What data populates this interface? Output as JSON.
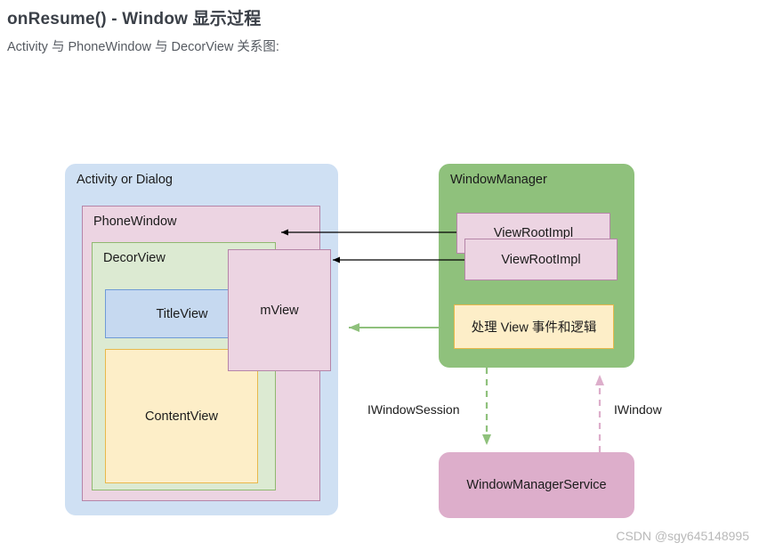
{
  "header": {
    "title": "onResume() - Window 显示过程",
    "subtitle": "Activity 与 PhoneWindow 与 DecorView 关系图:"
  },
  "diagram": {
    "activity_panel": {
      "label": "Activity or Dialog"
    },
    "phonewindow_panel": {
      "label": "PhoneWindow"
    },
    "decorview_panel": {
      "label": "DecorView"
    },
    "titleview_box": {
      "label": "TitleView"
    },
    "contentview_box": {
      "label": "ContentView"
    },
    "mview_box": {
      "label": "mView"
    },
    "windowmanager_panel": {
      "label": "WindowManager"
    },
    "viewrootimpl_box_1": {
      "label": "ViewRootImpl"
    },
    "viewrootimpl_box_2": {
      "label": "ViewRootImpl"
    },
    "handler_box": {
      "label": "处理 View 事件和逻辑"
    },
    "windowmanagerservice_box": {
      "label": "WindowManagerService"
    },
    "edges": {
      "iwindowsession": "IWindowSession",
      "iwindow": "IWindow"
    }
  },
  "watermark": "CSDN @sgy645148995",
  "colors": {
    "activity_fill": "#cfe0f3",
    "phonewindow_fill": "#ecd4e2",
    "phonewindow_stroke": "#b585a8",
    "decorview_fill": "#dcead2",
    "decorview_stroke": "#90b870",
    "titleview_fill": "#c6d9f0",
    "titleview_stroke": "#6f9bd6",
    "contentview_fill": "#fdeec8",
    "contentview_stroke": "#e8b84b",
    "windowmanager_fill": "#8fc17c",
    "windowmanagerservice_fill": "#ddaecb",
    "arrow_black": "#000000",
    "arrow_green": "#8fc17c",
    "arrow_pink": "#ddaecb"
  }
}
